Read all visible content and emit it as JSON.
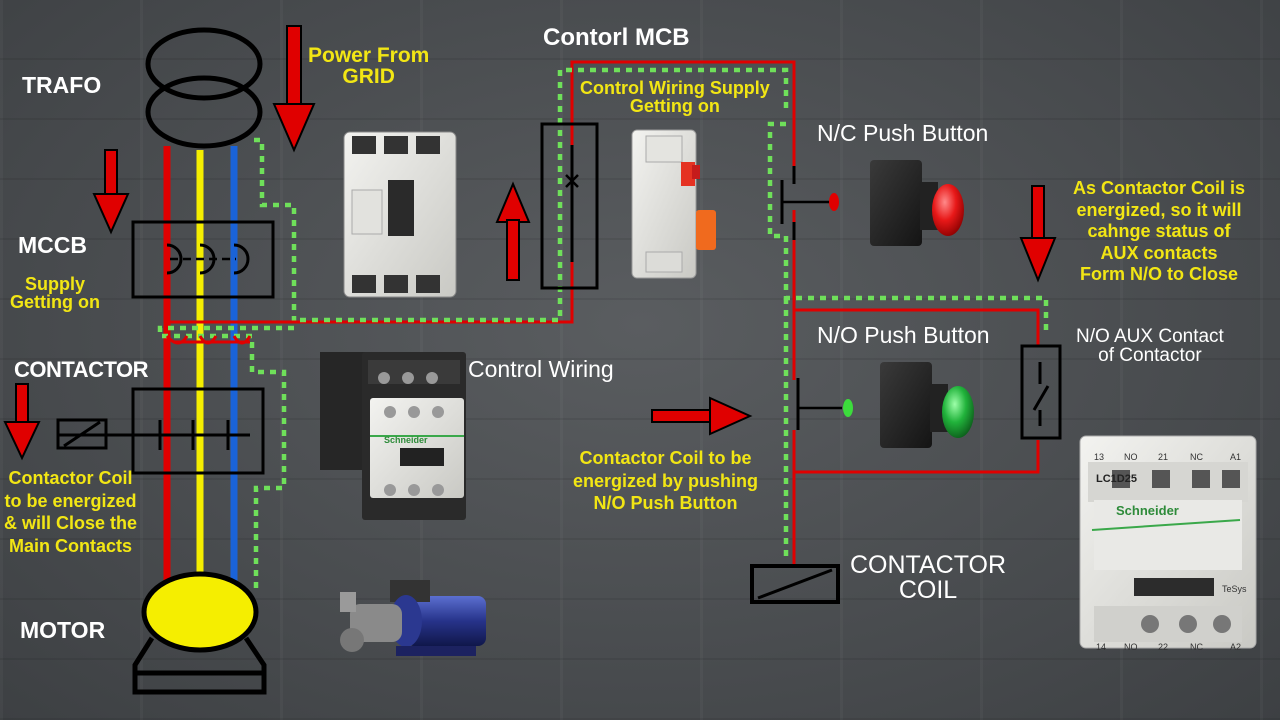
{
  "labels": {
    "trafo": "TRAFO",
    "mccb": "MCCB",
    "contactor": "CONTACTOR",
    "motor": "MOTOR",
    "control_mcb": "Contorl MCB",
    "control_wiring": "Control Wiring",
    "nc_push_button": "N/C Push Button",
    "no_push_button": "N/O Push Button",
    "no_aux_contact": [
      "N/O AUX Contact",
      "of Contactor"
    ],
    "contactor_coil": [
      "CONTACTOR",
      "COIL"
    ]
  },
  "notes": {
    "power_from_grid": [
      "Power From",
      "GRID"
    ],
    "supply_getting_on": [
      "Supply",
      "Getting on"
    ],
    "control_supply": [
      "Control Wiring Supply",
      "Getting on"
    ],
    "coil_energize_main": [
      "Contactor Coil",
      "to be energized",
      "& will Close the",
      "Main Contacts"
    ],
    "coil_energize_push": [
      "Contactor Coil to be",
      "energized by pushing",
      "N/O Push Button"
    ],
    "aux_status": [
      "As Contactor Coil is",
      "energized, so it will",
      "cahnge status of",
      "AUX contacts",
      "Form N/O to Close"
    ]
  },
  "device_markings": {
    "contactor_brand": "Schneider",
    "contactor_model": "LC1D25",
    "contactor_series": "TeSys",
    "aux_terminals_top": [
      "13",
      "NO",
      "21",
      "NC",
      "A1"
    ],
    "aux_terminals_bottom": [
      "14",
      "NO",
      "22",
      "NC",
      "A2"
    ]
  },
  "colors": {
    "phase_red": "#e00000",
    "phase_yellow": "#f5ee00",
    "phase_blue": "#1a63d8",
    "control_wire": "#e00000",
    "energized_path": "#6fe05a",
    "arrow": "#e00000",
    "note_text": "#f2e614",
    "label_text": "#ffffff"
  }
}
